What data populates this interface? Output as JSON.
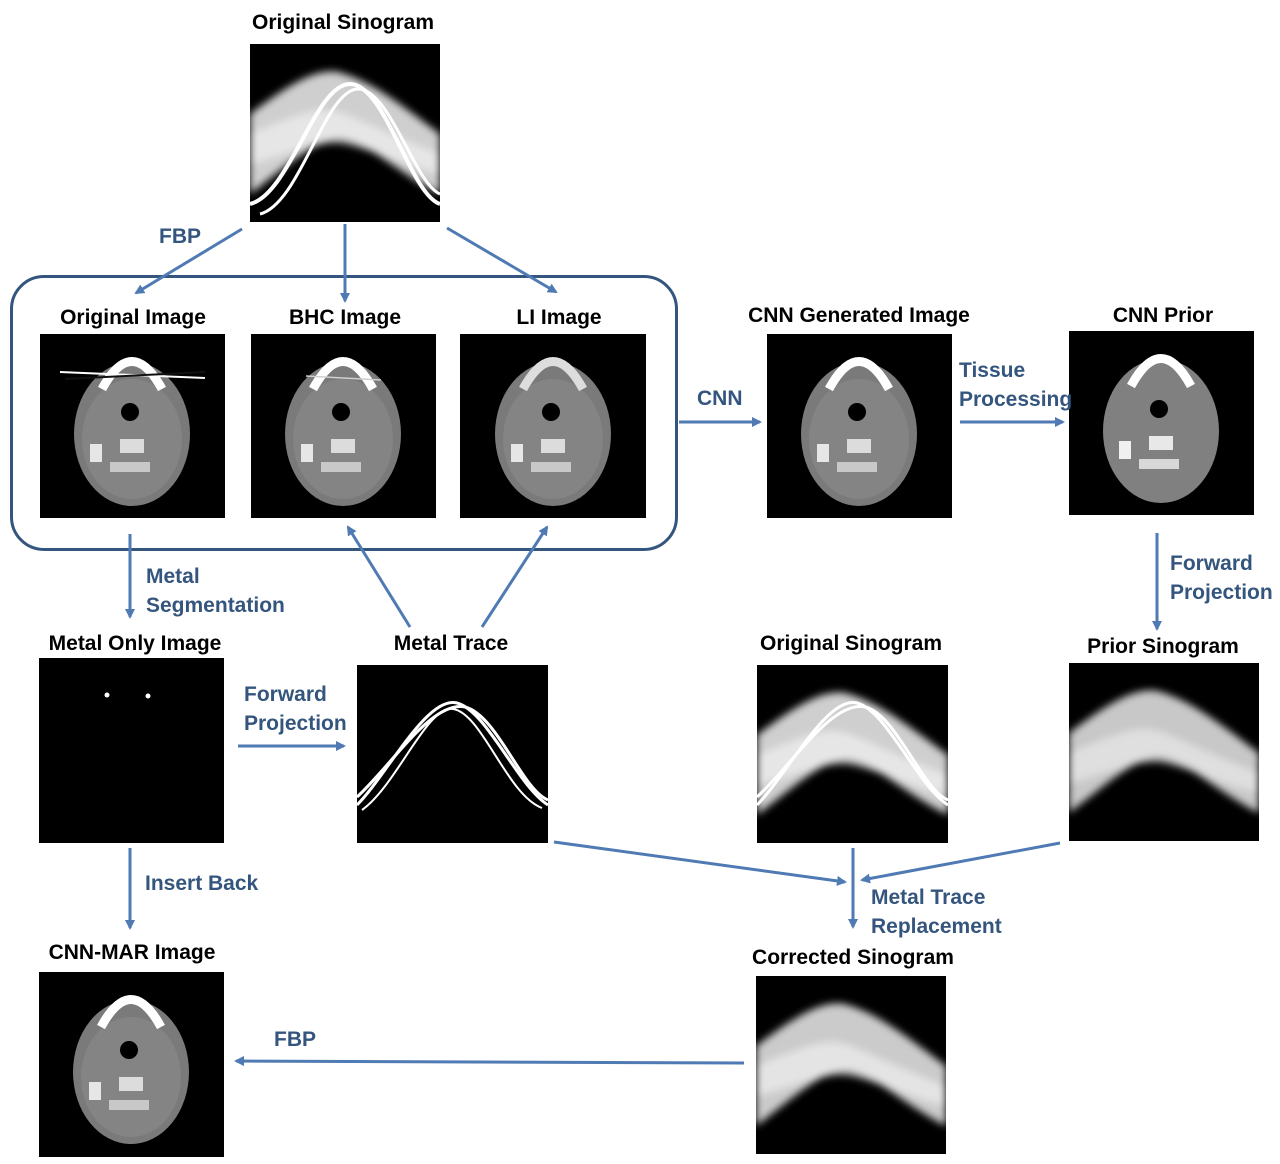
{
  "nodes": {
    "original_sinogram_top": "Original Sinogram",
    "original_image": "Original Image",
    "bhc_image": "BHC Image",
    "li_image": "LI Image",
    "cnn_generated_image": "CNN Generated Image",
    "cnn_prior": "CNN Prior",
    "metal_only_image": "Metal Only Image",
    "metal_trace": "Metal Trace",
    "original_sinogram_mid": "Original Sinogram",
    "prior_sinogram": "Prior Sinogram",
    "cnn_mar_image": "CNN-MAR Image",
    "corrected_sinogram": "Corrected Sinogram"
  },
  "edges": {
    "fbp_top": "FBP",
    "cnn": "CNN",
    "tissue_processing": [
      "Tissue",
      "Processing"
    ],
    "forward_projection_right": [
      "Forward",
      "Projection"
    ],
    "metal_segmentation": [
      "Metal",
      "Segmentation"
    ],
    "forward_projection_left": [
      "Forward",
      "Projection"
    ],
    "insert_back": "Insert Back",
    "metal_trace_replacement": [
      "Metal Trace",
      "Replacement"
    ],
    "fbp_bottom": "FBP"
  },
  "colors": {
    "arrow": "#4f7ab3",
    "edge_label": "#34557d",
    "box": "#34557d"
  }
}
